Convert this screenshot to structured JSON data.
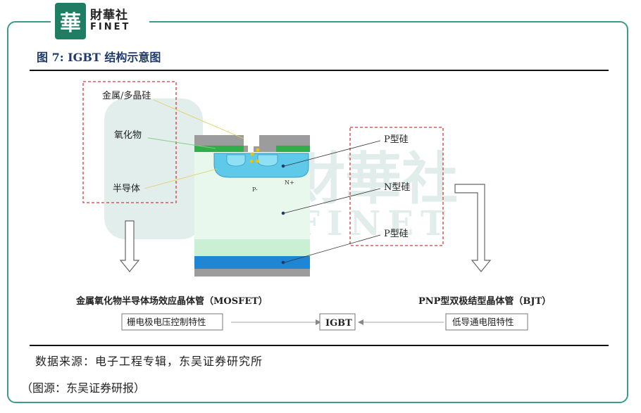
{
  "brand": {
    "mark": "華",
    "name_cn": "財華社",
    "name_en": "FINET"
  },
  "figure": {
    "title": "图 7: IGBT 结构示意图"
  },
  "labels": {
    "metal": "金属/多晶硅",
    "oxide": "氧化物",
    "semi": "半导体",
    "p_small": "P-",
    "n_plus": "N+",
    "p_si_top": "P型硅",
    "n_si": "N型硅",
    "p_si_bot": "P型硅"
  },
  "bottom": {
    "mosfet_title": "金属氧化物半导体场效应晶体管（MOSFET）",
    "bjt_title": "PNP型双极结型晶体管（BJT）",
    "gate_box": "栅电极电压控制特性",
    "igbt_box": "IGBT",
    "res_box": "低导通电阻特性"
  },
  "source": "数据来源：电子工程专辑，东吴证券研究所",
  "credit": "（图源：东吴证券研报）",
  "watermark": {
    "cn": "財華社",
    "en": "FINET"
  },
  "colors": {
    "frame": "#3d9b8c",
    "title": "#1f3b6b",
    "dash_red": "#d23c3c",
    "n_layer": "#e8f8ec",
    "p_well": "#5fc9ea",
    "metal_gray": "#9c9c9c",
    "oxide_green": "#2fae4a",
    "buffer": "#c9f0d2",
    "p_collector": "#1f86d6",
    "arrow": "#666666"
  }
}
